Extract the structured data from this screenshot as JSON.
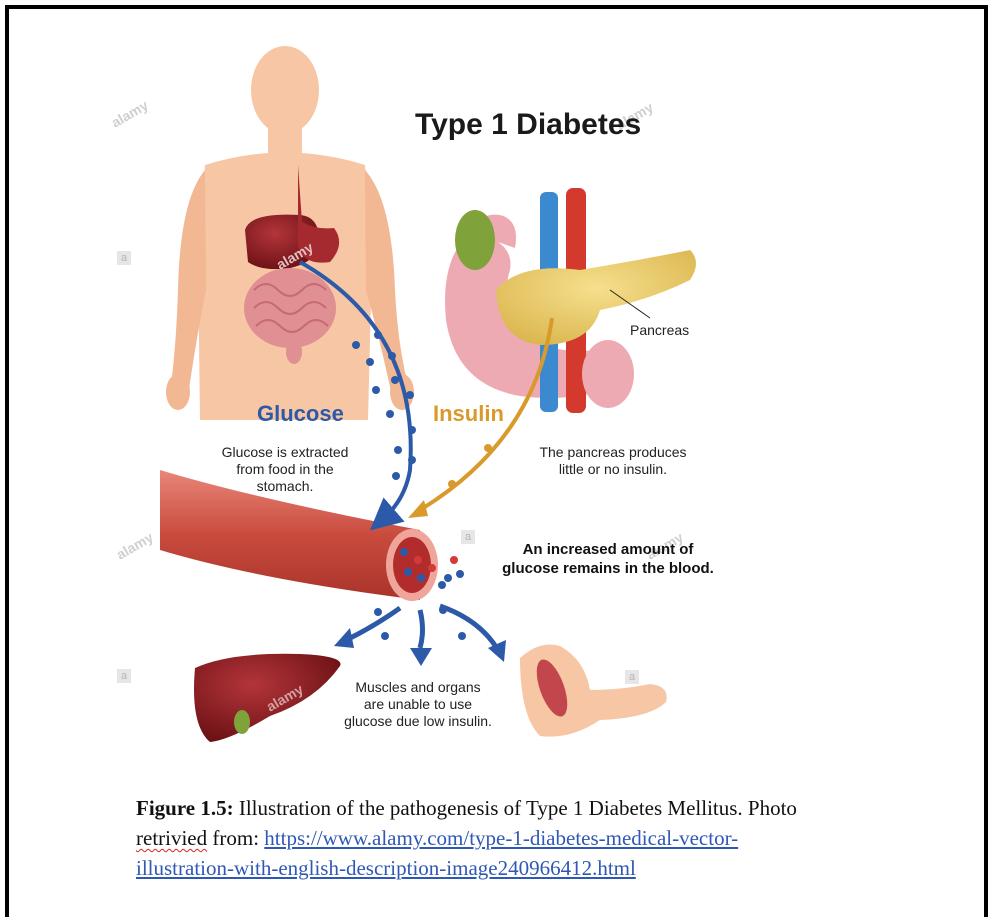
{
  "figure": {
    "title": "Type 1 Diabetes",
    "labels": {
      "glucose": "Glucose",
      "insulin": "Insulin",
      "pancreas": "Pancreas"
    },
    "notes": {
      "glucose_line1": "Glucose is extracted",
      "glucose_line2": "from food in the",
      "glucose_line3": "stomach.",
      "pancreas_line1": "The pancreas produces",
      "pancreas_line2": "little or no insulin.",
      "blood_line1": "An increased amount of",
      "blood_line2": "glucose remains in the blood.",
      "muscles_line1": "Muscles and organs",
      "muscles_line2": "are unable to use",
      "muscles_line3": "glucose due low insulin."
    },
    "watermark_letter": "a",
    "watermark_logo": "alamy",
    "colors": {
      "glucose_blue": "#2c5aa8",
      "insulin_gold": "#d99a2b",
      "skin": "#f7c6a4",
      "organ_red": "#8e1c1f",
      "vessel_red": "#c94b3e"
    }
  },
  "caption": {
    "label": "Figure 1.5:",
    "text_part1": " Illustration of the pathogenesis of Type 1 Diabetes Mellitus. Photo",
    "misspelled_word": "retrivied",
    "text_part2": " from: ",
    "link_line1": "https://www.alamy.com/type-1-diabetes-medical-vector-",
    "link_line2": "illustration-with-english-description-image240966412.html"
  }
}
